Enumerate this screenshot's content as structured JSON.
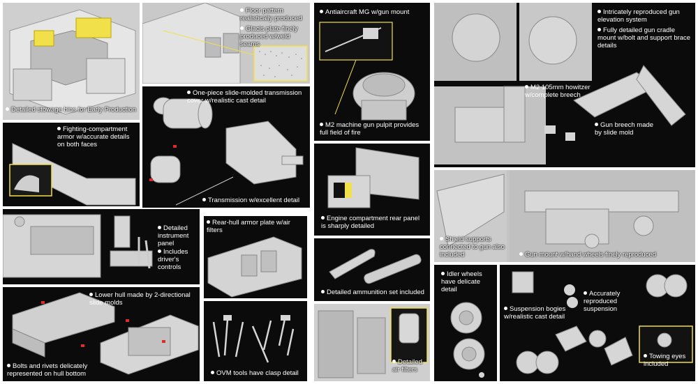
{
  "captions": {
    "stowage": "Detailed stowage bins for Early Production",
    "floor_1": "Floor pattern realistically produced",
    "floor_2": "Glacis plate finely produced w/weld seams",
    "fighting": "Fighting-compartment armor w/accurate details on both faces",
    "transmission_cover": "One-piece slide-molded transmission cover w/realistic cast detail",
    "transmission": "Transmission w/excellent detail",
    "instrument_1": "Detailed instrument panel",
    "instrument_2": "Includes driver's controls",
    "rear_hull": "Rear-hull armor plate w/air filters",
    "lower_hull": "Lower hull made by 2-directional slide molds",
    "bolts": "Bolts and rivets delicately represented on hull bottom",
    "ovm": "OVM tools have clasp detail",
    "aa_mg": "Antiaircraft MG w/gun mount",
    "m2_pulpit": "M2 machine gun pulpit provides full field of fire",
    "engine_rear": "Engine compartment rear panel is sharply detailed",
    "ammo": "Detailed ammunition set included",
    "air_filters": "Detailed air filters",
    "elevation": "Intricately reproduced gun elevation system",
    "cradle": "Fully detailed gun cradle mount w/bolt and support brace details",
    "howitzer": "M2 105mm howitzer w/complete breech",
    "breech": "Gun breech made by slide mold",
    "shield": "Shield supports connected to gun also included",
    "gun_mount": "Gun mount w/hand wheels finely reproduced",
    "idler": "Idler wheels have delicate detail",
    "suspension_bogies": "Suspension bogies w/realistic cast detail",
    "suspension": "Accurately reproduced suspension",
    "towing": "Towing eyes included"
  },
  "colors": {
    "panel": "#0b0b0b",
    "part": "#d8d8d8",
    "highlight": "#f2e04a",
    "marker": "#e02a2a"
  }
}
